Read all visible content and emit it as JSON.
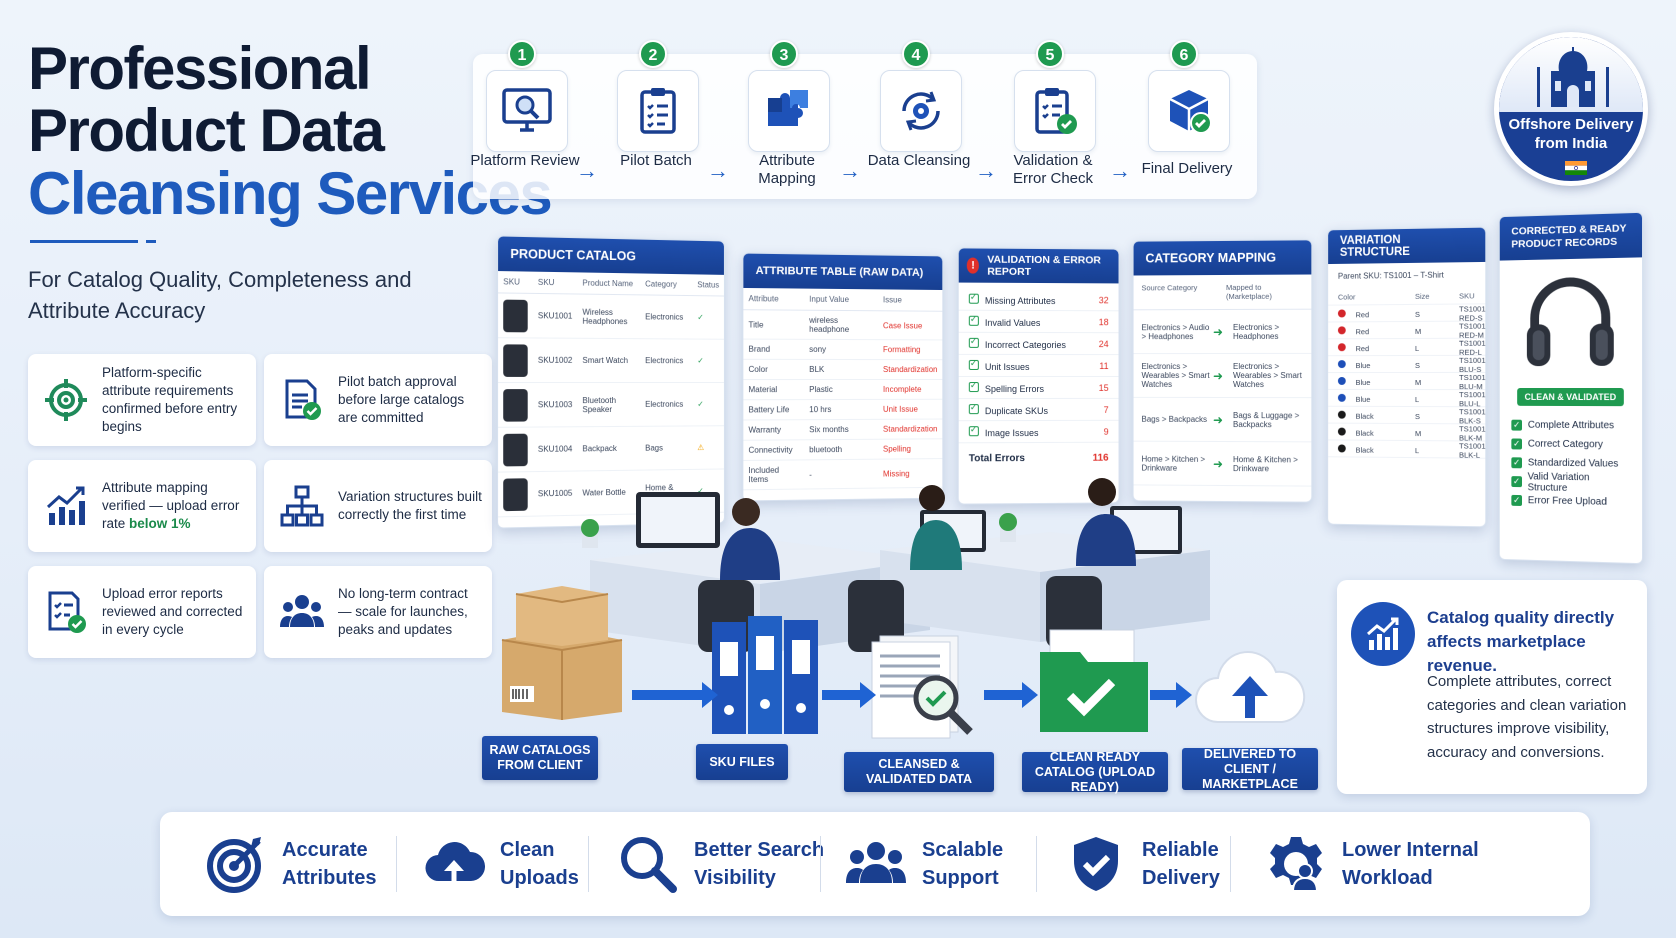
{
  "hero": {
    "title_line1": "Professional",
    "title_line2": "Product Data",
    "title_line3": "Cleansing Services",
    "subtitle": "For Catalog Quality, Completeness and Attribute Accuracy"
  },
  "benefits": [
    {
      "text": "Platform-specific attribute requirements confirmed before entry begins"
    },
    {
      "text": "Pilot batch approval before large catalogs are committed"
    },
    {
      "text_pre": "Attribute mapping verified — upload error rate ",
      "text_hl": "below 1%"
    },
    {
      "text": "Variation structures built correctly the first time"
    },
    {
      "text": "Upload error reports reviewed and corrected in every cycle"
    },
    {
      "text": "No long-term contract — scale for launches, peaks and updates"
    }
  ],
  "steps": [
    {
      "num": "1",
      "label": "Platform Review"
    },
    {
      "num": "2",
      "label": "Pilot Batch"
    },
    {
      "num": "3",
      "label": "Attribute Mapping"
    },
    {
      "num": "4",
      "label": "Data Cleansing"
    },
    {
      "num": "5",
      "label": "Validation & Error Check"
    },
    {
      "num": "6",
      "label": "Final Delivery"
    }
  ],
  "badge": {
    "text": "Offshore Delivery from India"
  },
  "product_catalog": {
    "title": "PRODUCT CATALOG",
    "headers": [
      "SKU",
      "SKU",
      "Product Name",
      "Category",
      "Status"
    ],
    "rows": [
      {
        "sku": "SKU1001",
        "name": "Wireless Headphones",
        "category": "Electronics",
        "status": "✓"
      },
      {
        "sku": "SKU1002",
        "name": "Smart Watch",
        "category": "Electronics",
        "status": "✓"
      },
      {
        "sku": "SKU1003",
        "name": "Bluetooth Speaker",
        "category": "Electronics",
        "status": "✓"
      },
      {
        "sku": "SKU1004",
        "name": "Backpack",
        "category": "Bags",
        "status": "⚠"
      },
      {
        "sku": "SKU1005",
        "name": "Water Bottle",
        "category": "Home & Kitchen",
        "status": "✓"
      }
    ]
  },
  "attribute_table": {
    "title": "ATTRIBUTE TABLE (RAW DATA)",
    "headers": [
      "Attribute",
      "Input Value",
      "Issue"
    ],
    "rows": [
      {
        "attr": "Title",
        "value": "wireless headphone",
        "issue": "Case Issue"
      },
      {
        "attr": "Brand",
        "value": "sony",
        "issue": "Formatting"
      },
      {
        "attr": "Color",
        "value": "BLK",
        "issue": "Standardization"
      },
      {
        "attr": "Material",
        "value": "Plastic",
        "issue": "Incomplete"
      },
      {
        "attr": "Battery Life",
        "value": "10 hrs",
        "issue": "Unit Issue"
      },
      {
        "attr": "Warranty",
        "value": "Six months",
        "issue": "Standardization"
      },
      {
        "attr": "Connectivity",
        "value": "bluetooth",
        "issue": "Spelling"
      },
      {
        "attr": "Included Items",
        "value": "-",
        "issue": "Missing"
      }
    ]
  },
  "validation": {
    "title": "VALIDATION & ERROR REPORT",
    "rows": [
      {
        "label": "Missing Attributes",
        "count": "32"
      },
      {
        "label": "Invalid Values",
        "count": "18"
      },
      {
        "label": "Incorrect Categories",
        "count": "24"
      },
      {
        "label": "Unit Issues",
        "count": "11"
      },
      {
        "label": "Spelling Errors",
        "count": "15"
      },
      {
        "label": "Duplicate SKUs",
        "count": "7"
      },
      {
        "label": "Image Issues",
        "count": "9"
      }
    ],
    "total_label": "Total Errors",
    "total": "116"
  },
  "category_mapping": {
    "title": "CATEGORY MAPPING",
    "headers": [
      "Source Category",
      "Mapped to (Marketplace)"
    ],
    "rows": [
      {
        "src": "Electronics > Audio > Headphones",
        "dst": "Electronics > Headphones"
      },
      {
        "src": "Electronics > Wearables > Smart Watches",
        "dst": "Electronics > Wearables > Smart Watches"
      },
      {
        "src": "Bags > Backpacks",
        "dst": "Bags & Luggage > Backpacks"
      },
      {
        "src": "Home > Kitchen > Drinkware",
        "dst": "Home & Kitchen > Drinkware"
      }
    ]
  },
  "variation": {
    "title": "VARIATION STRUCTURE",
    "parent": "Parent SKU: TS1001 – T-Shirt",
    "headers": [
      "Color",
      "Size",
      "SKU"
    ],
    "rows": [
      {
        "color": "Red",
        "hex": "#d3262b",
        "size": "S",
        "sku": "TS1001-RED-S"
      },
      {
        "color": "Red",
        "hex": "#d3262b",
        "size": "M",
        "sku": "TS1001-RED-M"
      },
      {
        "color": "Red",
        "hex": "#d3262b",
        "size": "L",
        "sku": "TS1001-RED-L"
      },
      {
        "color": "Blue",
        "hex": "#1e4fb8",
        "size": "S",
        "sku": "TS1001-BLU-S"
      },
      {
        "color": "Blue",
        "hex": "#1e4fb8",
        "size": "M",
        "sku": "TS1001-BLU-M"
      },
      {
        "color": "Blue",
        "hex": "#1e4fb8",
        "size": "L",
        "sku": "TS1001-BLU-L"
      },
      {
        "color": "Black",
        "hex": "#1a1a1a",
        "size": "S",
        "sku": "TS1001-BLK-S"
      },
      {
        "color": "Black",
        "hex": "#1a1a1a",
        "size": "M",
        "sku": "TS1001-BLK-M"
      },
      {
        "color": "Black",
        "hex": "#1a1a1a",
        "size": "L",
        "sku": "TS1001-BLK-L"
      }
    ]
  },
  "final_records": {
    "title": "CORRECTED & READY PRODUCT RECORDS",
    "tag": "CLEAN & VALIDATED",
    "items": [
      "Complete Attributes",
      "Correct Category",
      "Standardized Values",
      "Valid Variation Structure",
      "Error Free Upload"
    ]
  },
  "pipeline": [
    {
      "label": "RAW CATALOGS FROM CLIENT"
    },
    {
      "label": "SKU FILES"
    },
    {
      "label": "CLEANSED & VALIDATED DATA"
    },
    {
      "label": "CLEAN READY CATALOG (UPLOAD READY)"
    },
    {
      "label": "DELIVERED TO CLIENT / MARKETPLACE"
    }
  ],
  "revenue": {
    "headline": "Catalog quality directly affects marketplace revenue.",
    "body": "Complete attributes, correct categories and clean variation structures improve visibility, accuracy and conversions."
  },
  "footer": [
    {
      "label": "Accurate Attributes",
      "icon": "target-icon"
    },
    {
      "label": "Clean Uploads",
      "icon": "cloud-upload-icon"
    },
    {
      "label": "Better Search Visibility",
      "icon": "search-icon"
    },
    {
      "label": "Scalable Support",
      "icon": "team-icon"
    },
    {
      "label": "Reliable Delivery",
      "icon": "shield-check-icon"
    },
    {
      "label": "Lower Internal Workload",
      "icon": "gear-user-icon"
    }
  ],
  "colors": {
    "brand": "#1e5bbd",
    "navy": "#173f91",
    "success": "#1f9a50",
    "error": "#e0302a",
    "warning": "#f2a100"
  }
}
